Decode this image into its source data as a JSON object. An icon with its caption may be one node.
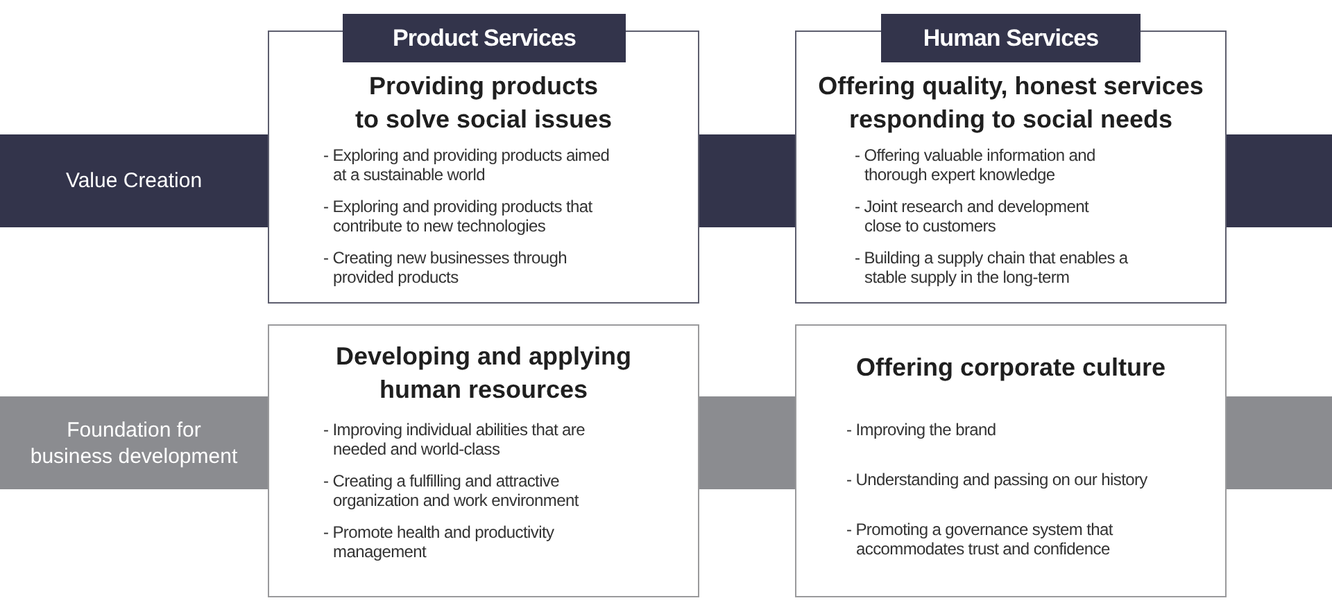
{
  "diagram": {
    "nodes": [
      {
        "text": [
          "Value Creation"
        ]
      },
      {
        "text": [
          "Product Services"
        ]
      },
      {
        "text": [
          "Providing products to solve social issues",
          "- Exploring and providing products aimed at a sustainable world",
          "- Exploring and providing products that contribute to new technologies",
          "- Creating new businesses through provided products"
        ]
      },
      {
        "text": [],
        "shape": "bar"
      },
      {
        "text": [
          "Human Services"
        ]
      },
      {
        "text": [
          "Offering quality, honest services responding to social needs",
          "- Offering valuable information and thorough expert knowledge",
          "- Joint research and development close to customers",
          "- Building a supply chain that enables a stable supply in the long-term"
        ]
      },
      {
        "text": [],
        "shape": "bar"
      },
      {
        "text": [
          "Foundation for business development"
        ]
      },
      {
        "text": [
          "Developing and applying human resources",
          "- Improving individual abilities that are needed and world-class",
          "- Creating a fulfilling and attractive organization and work environment",
          "- Promote health and productivity management"
        ]
      },
      {
        "text": [],
        "shape": "bar"
      },
      {
        "text": [
          "Offering corporate culture",
          "- Improving the brand",
          "- Understanding and passing on our history",
          "- Promoting a governance system that accommodates trust and confidence"
        ]
      },
      {
        "text": [],
        "shape": "bar"
      }
    ]
  }
}
